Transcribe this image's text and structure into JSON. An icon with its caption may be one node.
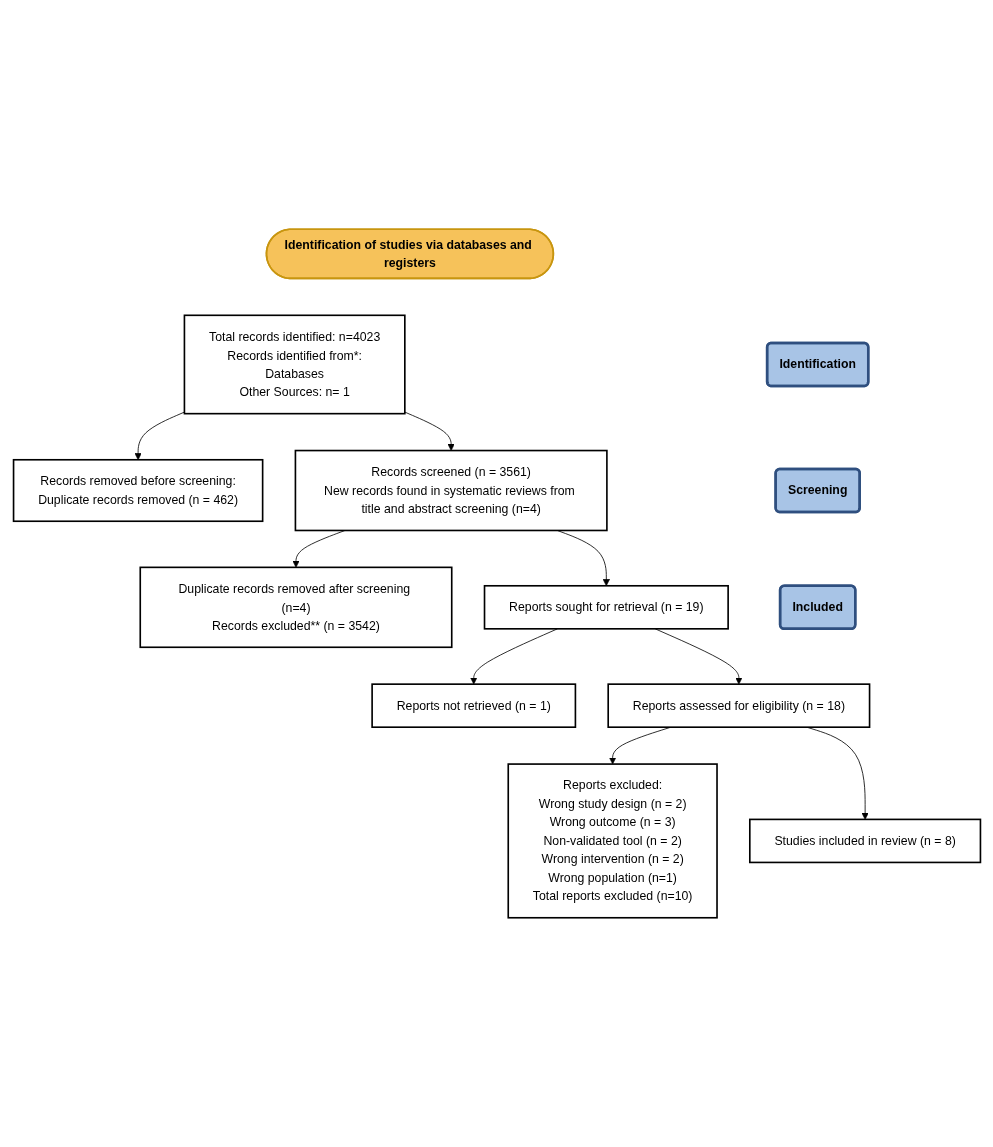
{
  "diagram": {
    "nodes": [
      {
        "text": [
          "Identification of studies via databases and registers"
        ]
      },
      {
        "text": [
          "Identification"
        ]
      },
      {
        "text": [
          "Total records identified: n=4023",
          "Records identified from*:",
          "Databases",
          "Other Sources: n= 1"
        ]
      },
      {
        "text": [
          "Records removed before screening:",
          "Duplicate records removed (n = 462)"
        ]
      },
      {
        "text": [
          "Screening"
        ]
      },
      {
        "text": [
          "Records screened (n = 3561)",
          "New records found in systematic reviews from title and abstract screening (n=4)"
        ]
      },
      {
        "text": [
          "Duplicate records removed after screening (n=4)",
          "Records excluded** (n = 3542)"
        ]
      },
      {
        "text": [
          "Reports sought for retrieval (n = 19)"
        ]
      },
      {
        "text": [
          "Reports not retrieved (n = 1)"
        ]
      },
      {
        "text": [
          "Reports assessed for eligibility (n = 18)"
        ]
      },
      {
        "text": [
          "Reports excluded:",
          "Wrong study design (n = 2)",
          "Wrong outcome (n = 3)",
          "Non-validated tool (n = 2)",
          "Wrong intervention (n = 2)",
          "Wrong population (n=1)",
          "Total reports excluded (n=10)"
        ]
      },
      {
        "text": [
          "Included"
        ]
      },
      {
        "text": [
          "Studies included in review (n = 8)"
        ]
      }
    ],
    "edges": [
      {
        "from": 2,
        "to": 3,
        "arrow": "to"
      },
      {
        "from": 2,
        "to": 5,
        "arrow": "to"
      },
      {
        "from": 5,
        "to": 6,
        "arrow": "to"
      },
      {
        "from": 5,
        "to": 7,
        "arrow": "to"
      },
      {
        "from": 7,
        "to": 8,
        "arrow": "to"
      },
      {
        "from": 7,
        "to": 9,
        "arrow": "to"
      },
      {
        "from": 9,
        "to": 10,
        "arrow": "to"
      },
      {
        "from": 9,
        "to": 12,
        "arrow": "to"
      }
    ]
  }
}
